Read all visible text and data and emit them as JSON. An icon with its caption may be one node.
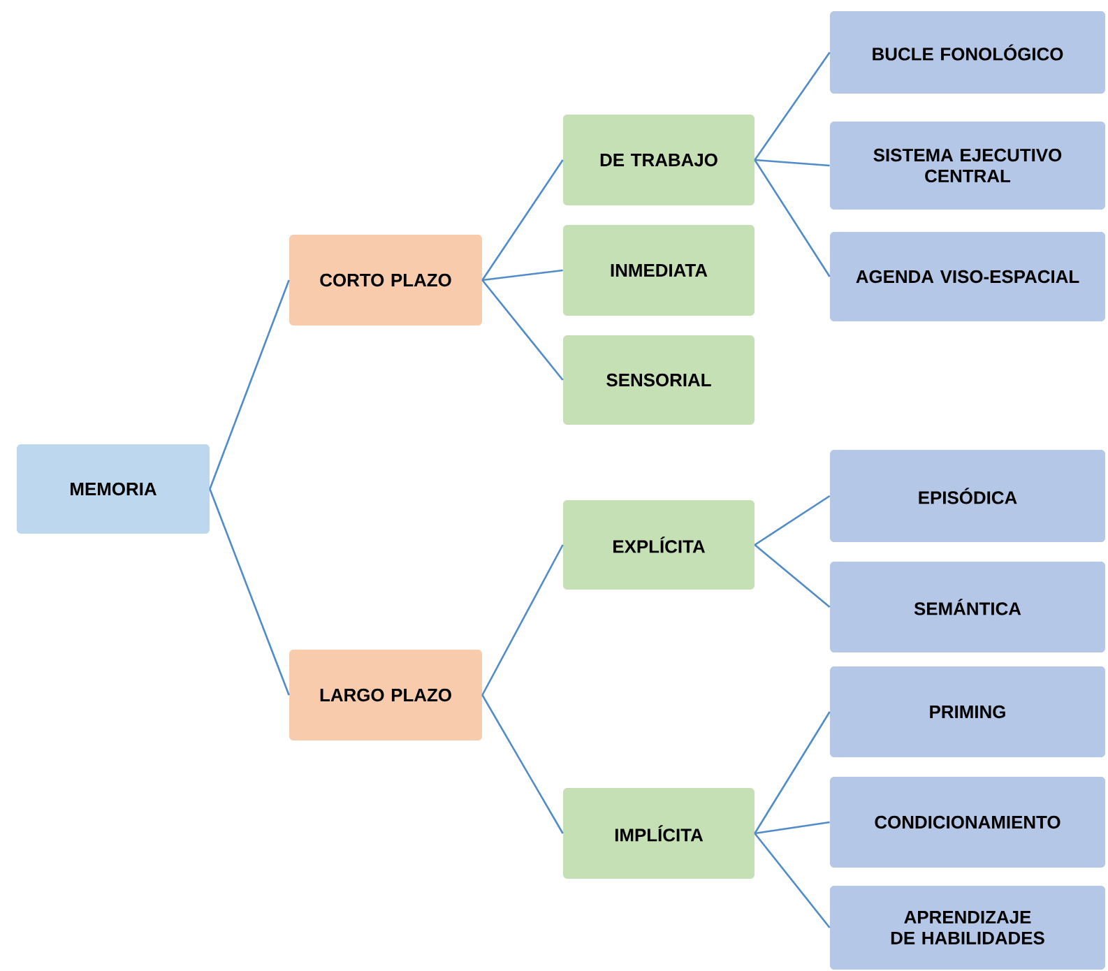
{
  "diagram": {
    "nodes": [
      {
        "text": [
          "MEMORIA"
        ]
      },
      {
        "text": [
          "CORTO PLAZO"
        ]
      },
      {
        "text": [
          "LARGO PLAZO"
        ]
      },
      {
        "text": [
          "DE TRABAJO"
        ]
      },
      {
        "text": [
          "INMEDIATA"
        ]
      },
      {
        "text": [
          "SENSORIAL"
        ]
      },
      {
        "text": [
          "EXPLÍCITA"
        ]
      },
      {
        "text": [
          "IMPLÍCITA"
        ]
      },
      {
        "text": [
          "BUCLE FONOLÓGICO"
        ]
      },
      {
        "text": [
          "SISTEMA EJECUTIVO CENTRAL"
        ]
      },
      {
        "text": [
          "AGENDA VISO-ESPACIAL"
        ]
      },
      {
        "text": [
          "EPISÓDICA"
        ]
      },
      {
        "text": [
          "SEMÁNTICA"
        ]
      },
      {
        "text": [
          "PRIMING"
        ]
      },
      {
        "text": [
          "CONDICIONAMIENTO"
        ]
      },
      {
        "text": [
          "APRENDIZAJE DE HABILIDADES"
        ]
      }
    ],
    "edges": [
      {
        "from": 0,
        "to": 1,
        "arrow": "none"
      },
      {
        "from": 0,
        "to": 2,
        "arrow": "none"
      },
      {
        "from": 1,
        "to": 3,
        "arrow": "none"
      },
      {
        "from": 1,
        "to": 4,
        "arrow": "none"
      },
      {
        "from": 1,
        "to": 5,
        "arrow": "none"
      },
      {
        "from": 2,
        "to": 6,
        "arrow": "none"
      },
      {
        "from": 2,
        "to": 7,
        "arrow": "none"
      },
      {
        "from": 3,
        "to": 8,
        "arrow": "none"
      },
      {
        "from": 3,
        "to": 9,
        "arrow": "none"
      },
      {
        "from": 3,
        "to": 10,
        "arrow": "none"
      },
      {
        "from": 6,
        "to": 11,
        "arrow": "none"
      },
      {
        "from": 6,
        "to": 12,
        "arrow": "none"
      },
      {
        "from": 7,
        "to": 13,
        "arrow": "none"
      },
      {
        "from": 7,
        "to": 14,
        "arrow": "none"
      },
      {
        "from": 7,
        "to": 15,
        "arrow": "none"
      }
    ]
  }
}
